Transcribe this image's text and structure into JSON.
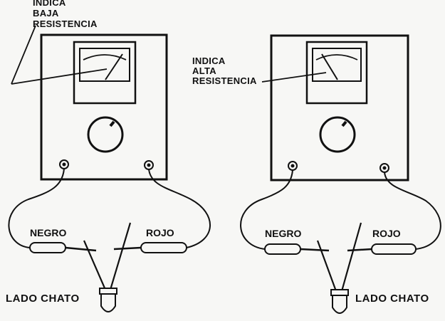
{
  "colors": {
    "ink": "#111111",
    "paper": "#f7f7f5"
  },
  "left_panel": {
    "callout": [
      "INDICA",
      "BAJA",
      "RESISTENCIA"
    ],
    "probe_black": "NEGRO",
    "probe_red": "ROJO",
    "side_label": "LADO CHATO",
    "needle_reading": "low-resistance"
  },
  "right_panel": {
    "callout": [
      "INDICA",
      "ALTA",
      "RESISTENCIA"
    ],
    "probe_black": "NEGRO",
    "probe_red": "ROJO",
    "side_label": "LADO CHATO",
    "needle_reading": "high-resistance"
  }
}
